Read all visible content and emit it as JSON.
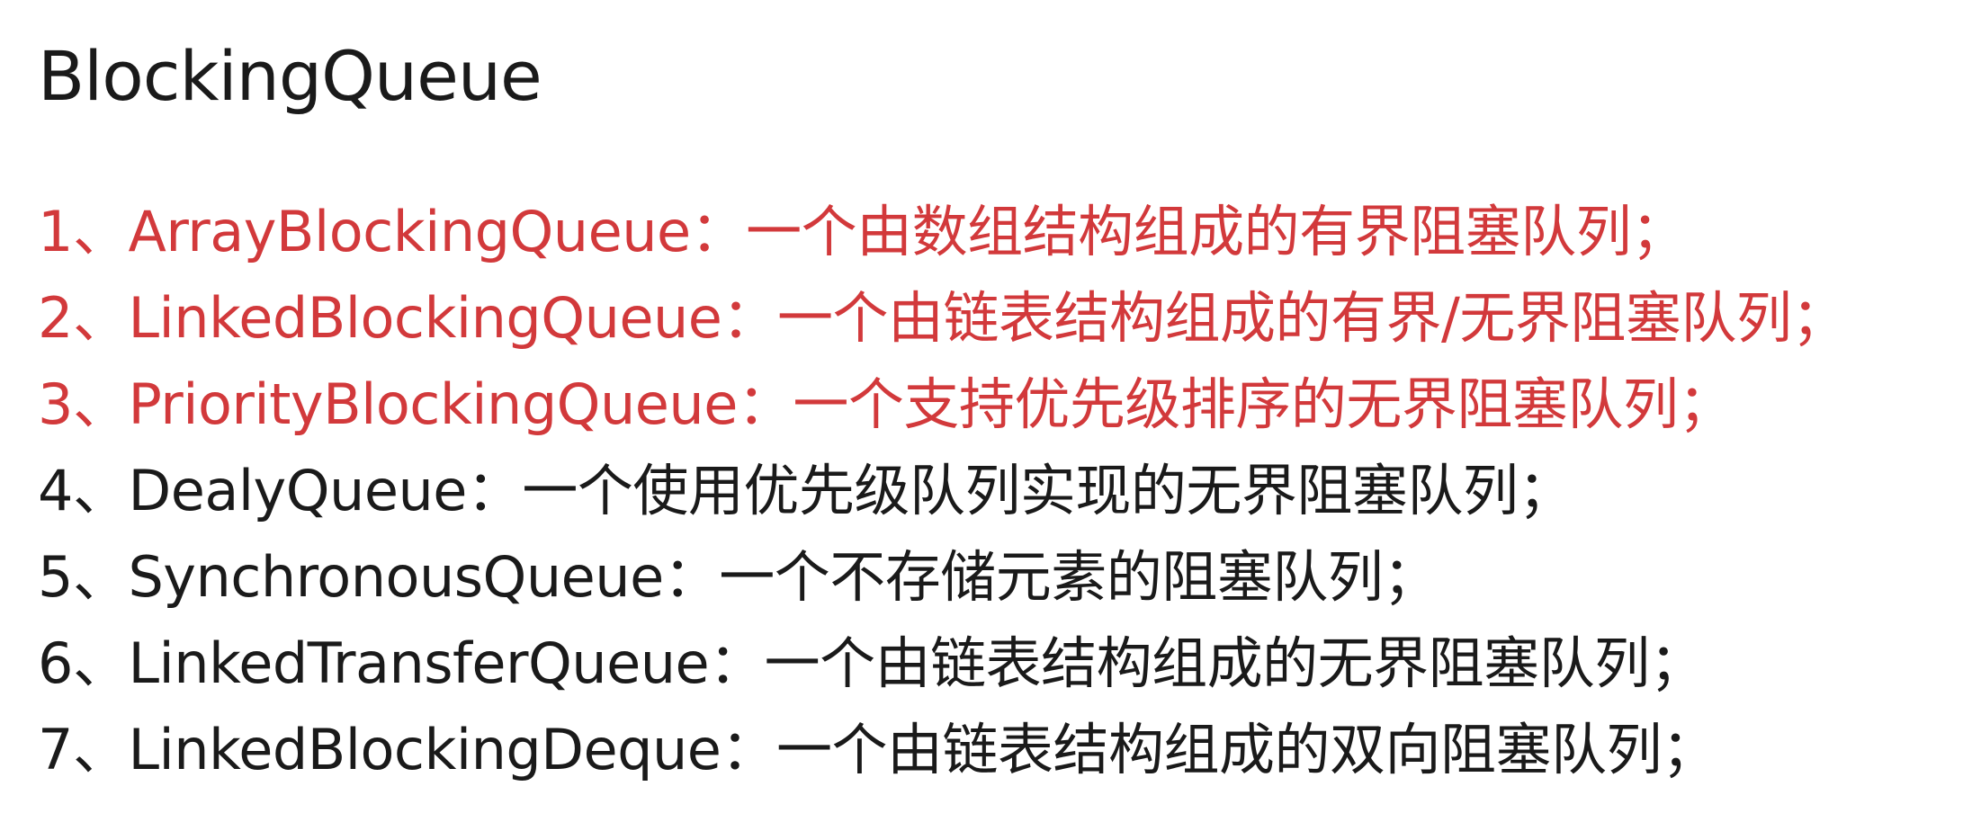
{
  "title": "BlockingQueue",
  "colors": {
    "highlight": "#d2393b",
    "text": "#1a1a1a",
    "background": "#ffffff"
  },
  "items": [
    {
      "text": "1、ArrayBlockingQueue：一个由数组结构组成的有界阻塞队列；",
      "highlighted": true
    },
    {
      "text": "2、LinkedBlockingQueue：一个由链表结构组成的有界/无界阻塞队列；",
      "highlighted": true
    },
    {
      "text": "3、PriorityBlockingQueue：一个支持优先级排序的无界阻塞队列；",
      "highlighted": true
    },
    {
      "text": "4、DealyQueue：一个使用优先级队列实现的无界阻塞队列；",
      "highlighted": false
    },
    {
      "text": "5、SynchronousQueue：一个不存储元素的阻塞队列；",
      "highlighted": false
    },
    {
      "text": "6、LinkedTransferQueue：一个由链表结构组成的无界阻塞队列；",
      "highlighted": false
    },
    {
      "text": "7、LinkedBlockingDeque：一个由链表结构组成的双向阻塞队列；",
      "highlighted": false
    }
  ]
}
